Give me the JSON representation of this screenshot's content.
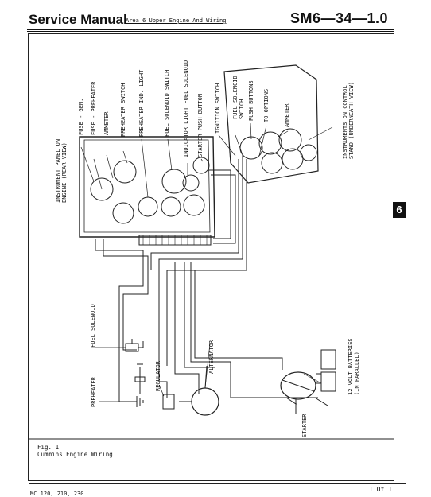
{
  "header": {
    "title": "Service Manual",
    "subtitle": "Area 6 Upper Engine And Wiring",
    "code": "SM6—34—1.0"
  },
  "section_tab": "6",
  "diagram": {
    "labels": {
      "fuse_gen": "FUSE - GEN.",
      "fuse_preheater": "FUSE - PREHEATER",
      "ammeter_left": "AMMETER",
      "preheater_switch": "PREHEATER SWITCH",
      "preheater_ind_light": "PREHEATER IND. LIGHT",
      "fuel_solenoid_switch": "FUEL SOLENOID SWITCH",
      "indicator_light_fuel_solenoid": "INDICATOR LIGHT FUEL SOLENOID",
      "starter_push_button": "STARTER PUSH BUTTON",
      "ignition_switch": "IGNITION SWITCH",
      "fuel_solenoid_switch_2_line1": "FUEL SOLENOID",
      "fuel_solenoid_switch_2_line2": "SWITCH",
      "push_buttons": "PUSH BUTTONS",
      "to_options": "TO OPTIONS",
      "ammeter_right": "AMMETER",
      "instrument_panel_line1": "INSTRUMENT PANEL ON",
      "instrument_panel_line2": "ENGINE (REAR VIEW)",
      "instruments_control_line1": "INSTRUMENTS ON CONTROL",
      "instruments_control_line2": "STAND (UNDERNEATH VIEW)",
      "fuel_solenoid": "FUEL SOLENOID",
      "alternator": "ALTERNATOR",
      "preheater": "PREHEATER",
      "regulator": "REGULATOR",
      "starter": "STARTER",
      "batteries_line1": "12 VOLT BATTERIES",
      "batteries_line2": "(IN PARALLEL)"
    }
  },
  "caption": {
    "fig": "Fig. 1",
    "text": "Cummins Engine Wiring"
  },
  "footer": {
    "left": "MC 120, 210, 230",
    "right": "1 Of 1"
  }
}
